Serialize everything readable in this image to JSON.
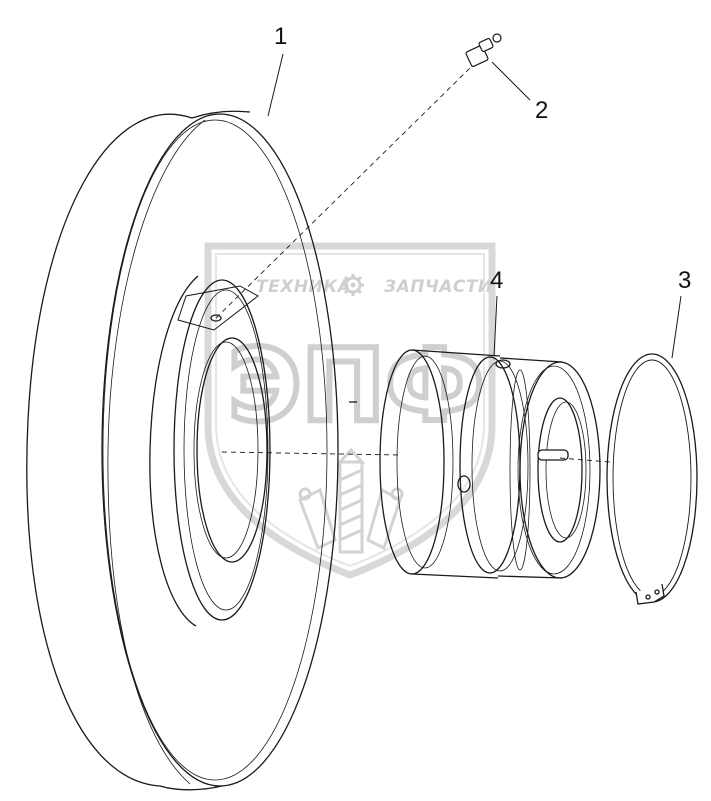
{
  "diagram": {
    "callouts": [
      {
        "id": "1",
        "text": "1"
      },
      {
        "id": "2",
        "text": "2"
      },
      {
        "id": "3",
        "text": "3"
      },
      {
        "id": "4",
        "text": "4"
      }
    ]
  },
  "watermark": {
    "left_word": "ТЕХНИКА",
    "right_word": "ЗАПЧАСТИ",
    "logo": "ЭПФ"
  },
  "colors": {
    "line": "#1a1a1a",
    "watermark": "#bdbdbd",
    "background": "#ffffff"
  }
}
